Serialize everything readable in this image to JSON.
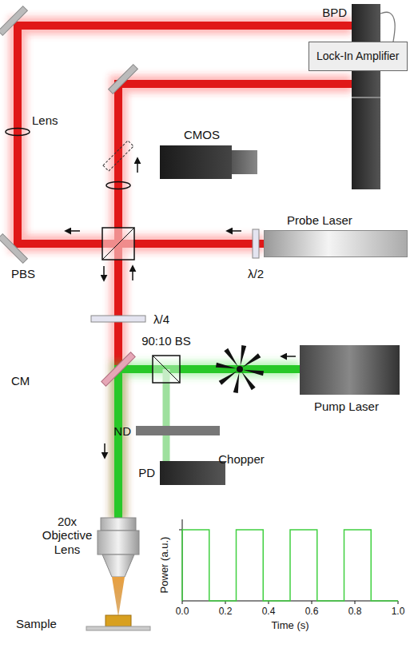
{
  "diagram": {
    "nodes": [
      {
        "text": [
          "BPD"
        ]
      },
      {
        "text": [
          "Lock-In Amplifier"
        ]
      },
      {
        "text": [
          "CMOS"
        ]
      },
      {
        "text": [
          "Probe Laser"
        ]
      },
      {
        "text": [
          "Pump Laser"
        ]
      },
      {
        "text": [
          "PD"
        ]
      }
    ],
    "edges": [
      {
        "from": 0,
        "to": 1,
        "arrow": "none"
      }
    ],
    "labels": [
      "Lens",
      "PBS",
      "λ/2",
      "λ/4",
      "CM",
      "90:10 BS",
      "ND",
      "Chopper",
      "20x Objective Lens",
      "Sample",
      "Power (a.u.)",
      "0.0",
      "0.2",
      "0.4",
      "0.6",
      "0.8",
      "1.0",
      "Time (s)"
    ]
  }
}
